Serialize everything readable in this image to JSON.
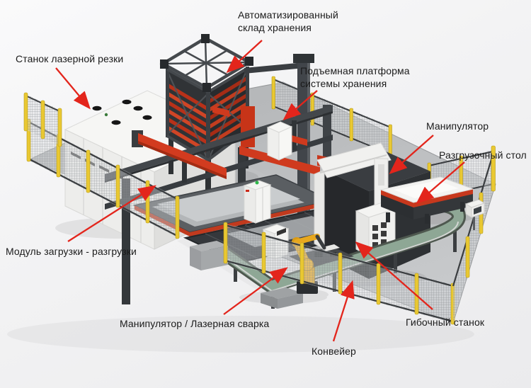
{
  "diagram": {
    "description": "Annotated 3D rendering of an automated sheet-metal production line",
    "colors": {
      "arrow": "#e3251c",
      "fence_post_yellow": "#e9c832",
      "red_machinery": "#cf3a1e",
      "dark_machinery": "#35383b",
      "conveyor_green": "#8ea795",
      "robot_yellow": "#e8a81e",
      "floor_grey": "#b7b9bb",
      "machine_white": "#f5f5f3"
    },
    "labels": [
      {
        "id": "laser-cutting-machine",
        "text": "Станок лазерной резки"
      },
      {
        "id": "automated-storage",
        "text": "Автоматизированный\nсклад хранения"
      },
      {
        "id": "lifting-platform",
        "text": "Подъемная платформа\nсистемы хранения"
      },
      {
        "id": "manipulator",
        "text": "Манипулятор"
      },
      {
        "id": "unloading-table",
        "text": "Разгрузочный стол"
      },
      {
        "id": "loading-module",
        "text": "Модуль загрузки - разгрузки"
      },
      {
        "id": "welding-manipulator",
        "text": "Манипулятор / Лазерная сварка"
      },
      {
        "id": "conveyor",
        "text": "Конвейер"
      },
      {
        "id": "bending-machine",
        "text": "Гибочный станок"
      }
    ]
  }
}
